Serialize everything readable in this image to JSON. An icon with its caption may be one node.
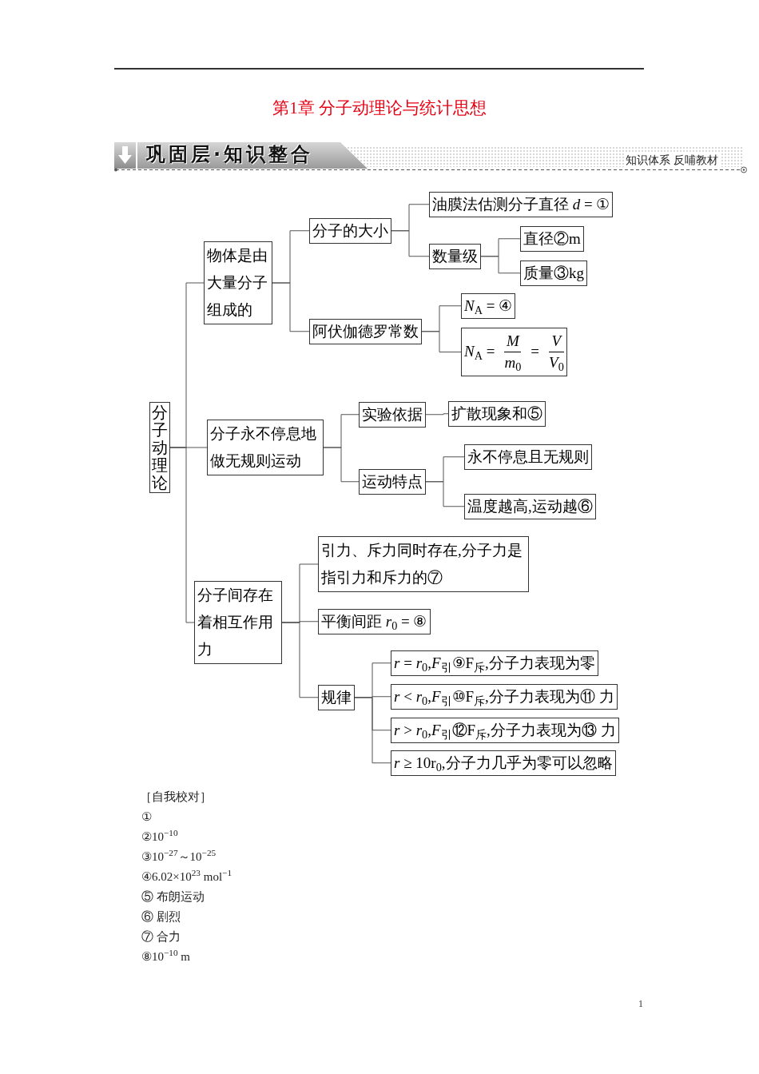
{
  "diagram": {
    "title": "第1章 分子动理论与统计思想",
    "nodes": [
      {
        "text": [
          "分子动理论"
        ]
      },
      {
        "text": [
          "物体是由大量分子组成的"
        ]
      },
      {
        "text": [
          "分子的大小"
        ]
      },
      {
        "text": [
          "油膜法估测分子直径 *d* = ①"
        ]
      },
      {
        "text": [
          "数量级"
        ]
      },
      {
        "text": [
          "直径②m"
        ]
      },
      {
        "text": [
          "质量③kg"
        ]
      },
      {
        "text": [
          "阿伏伽德罗常数"
        ]
      },
      {
        "text": [
          "*N*$_{A}$ = ④"
        ]
      },
      {
        "text": [
          "*N*$_{A}$ =",
          "*M*",
          "*m*$_{0}$",
          "=",
          "*V*",
          "*V*$_{0}$"
        ]
      },
      {
        "text": [
          "分子永不停息地做无规则运动"
        ]
      },
      {
        "text": [
          "实验依据"
        ]
      },
      {
        "text": [
          "扩散现象和⑤"
        ]
      },
      {
        "text": [
          "运动特点"
        ]
      },
      {
        "text": [
          "永不停息且无规则"
        ]
      },
      {
        "text": [
          "温度越高,运动越⑥"
        ]
      },
      {
        "text": [
          "分子间存在着相互作用力"
        ]
      },
      {
        "text": [
          "引力、斥力同时存在,分子力是指引力和斥力的⑦"
        ]
      },
      {
        "text": [
          "平衡间距 *r*$_{0}$ = ⑧"
        ]
      },
      {
        "text": [
          "规律"
        ]
      },
      {
        "text": [
          "*r* = *r*$_{0}$,*F*$_{引}$⑨F$_{斥}$,分子力表现为零"
        ]
      },
      {
        "text": [
          "*r* < *r*$_{0}$,*F*$_{引}$⑩F$_{斥}$,分子力表现为⑪ 力"
        ]
      },
      {
        "text": [
          "*r* > *r*$_{0}$,*F*$_{引}$⑫F$_{斥}$,分子力表现为⑬ 力"
        ]
      },
      {
        "text": [
          "*r* ≥ 10r$_{0}$,分子力几乎为零可以忽略"
        ]
      }
    ],
    "edges": [
      {
        "from": 0,
        "to": 1,
        "arrow": "none"
      },
      {
        "from": 0,
        "to": 10,
        "arrow": "none"
      },
      {
        "from": 0,
        "to": 16,
        "arrow": "none"
      },
      {
        "from": 1,
        "to": 2,
        "arrow": "none"
      },
      {
        "from": 1,
        "to": 7,
        "arrow": "none"
      },
      {
        "from": 2,
        "to": 3,
        "arrow": "none"
      },
      {
        "from": 2,
        "to": 4,
        "arrow": "none"
      },
      {
        "from": 4,
        "to": 5,
        "arrow": "none"
      },
      {
        "from": 4,
        "to": 6,
        "arrow": "none"
      },
      {
        "from": 7,
        "to": 8,
        "arrow": "none"
      },
      {
        "from": 7,
        "to": 9,
        "arrow": "none"
      },
      {
        "from": 10,
        "to": 11,
        "arrow": "none"
      },
      {
        "from": 10,
        "to": 13,
        "arrow": "none"
      },
      {
        "from": 11,
        "to": 12,
        "arrow": "none"
      },
      {
        "from": 13,
        "to": 14,
        "arrow": "none"
      },
      {
        "from": 13,
        "to": 15,
        "arrow": "none"
      },
      {
        "from": 16,
        "to": 17,
        "arrow": "none"
      },
      {
        "from": 16,
        "to": 18,
        "arrow": "none"
      },
      {
        "from": 16,
        "to": 19,
        "arrow": "none"
      },
      {
        "from": 19,
        "to": 20,
        "arrow": "none"
      },
      {
        "from": 19,
        "to": 21,
        "arrow": "none"
      },
      {
        "from": 19,
        "to": 22,
        "arrow": "none"
      },
      {
        "from": 19,
        "to": 23,
        "arrow": "none"
      }
    ],
    "labels": [
      "巩固层·知识整合",
      "知识体系 反哺教材",
      "［自我校对］",
      "①",
      "②10$^{−10}$",
      "③10$^{−27}$～10$^{−25}$",
      "④6.02×10$^{23}$ mol$^{−1}$",
      "⑤ 布朗运动",
      "⑥ 剧烈",
      "⑦ 合力",
      "⑧10$^{−10}$ m",
      "1"
    ]
  }
}
